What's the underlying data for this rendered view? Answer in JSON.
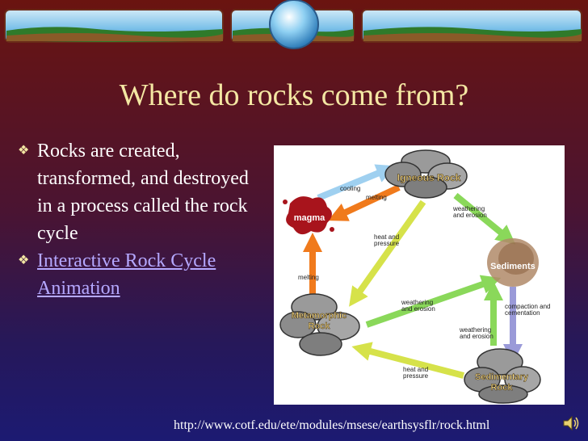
{
  "slide": {
    "title": "Where do rocks come from?",
    "bullets": [
      {
        "text": "Rocks are created, transformed, and destroyed in a process called the rock cycle",
        "is_link": false
      },
      {
        "text": "Interactive Rock Cycle Animation",
        "is_link": true
      }
    ],
    "source_url": "http://www.cotf.edu/ete/modules/msese/earthsysflr/rock.html",
    "bullet_icon": "diamond-bullet-icon",
    "speaker_icon": "speaker-icon"
  },
  "diagram": {
    "nodes": {
      "igneous": "Igneous Rock",
      "magma": "magma",
      "sediments": "Sediments",
      "metamorphic_1": "Metamorphic",
      "metamorphic_2": "Rock",
      "sedimentary_1": "Sedimentary",
      "sedimentary_2": "Rock"
    },
    "processes": {
      "cooling": "cooling",
      "melting_top": "melting",
      "weathering_1a": "weathering",
      "weathering_1b": "and erosion",
      "heat_1a": "heat and",
      "heat_1b": "pressure",
      "melting_left": "melting",
      "weathering_2a": "weathering",
      "weathering_2b": "and erosion",
      "compaction_1": "compaction and",
      "compaction_2": "cementation",
      "weathering_3a": "weathering",
      "weathering_3b": "and erosion",
      "heat_2a": "heat and",
      "heat_2b": "pressure"
    }
  },
  "colors": {
    "title": "#f4e7a3",
    "link": "#b5a8ff",
    "arrow_blue": "#9fd0f0",
    "arrow_orange": "#f07a1c",
    "arrow_yellow": "#d6e24a",
    "arrow_green": "#8ad85a",
    "arrow_purple": "#9a9ad8",
    "magma": "#a8141c"
  }
}
